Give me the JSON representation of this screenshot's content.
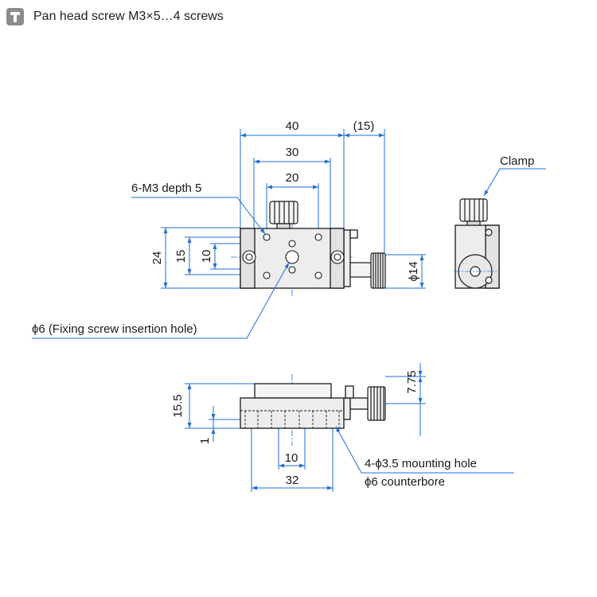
{
  "header": {
    "icon": "t-screw-icon",
    "text": "Pan head screw M3×5…4 screws"
  },
  "top_view": {
    "dim_40": "40",
    "dim_15_paren": "(15)",
    "dim_30": "30",
    "dim_20": "20",
    "dim_24": "24",
    "dim_15": "15",
    "dim_10": "10",
    "dim_phi14": "ϕ14",
    "callout_thread": "6-M3 depth 5",
    "callout_fixing": "ϕ6 (Fixing screw insertion hole)"
  },
  "side_view": {
    "callout_clamp": "Clamp"
  },
  "front_view": {
    "dim_15_5": "15.5",
    "dim_1": "1",
    "dim_7_75": "7.75",
    "dim_10": "10",
    "dim_32": "32",
    "callout_mount_1": "4-ϕ3.5 mounting hole",
    "callout_mount_2": "ϕ6 counterbore"
  },
  "colors": {
    "dimension": "#1e6fd9",
    "outline": "#1a1a1a",
    "body_fill": "#ededed",
    "header_icon": "#8c8c8c"
  }
}
